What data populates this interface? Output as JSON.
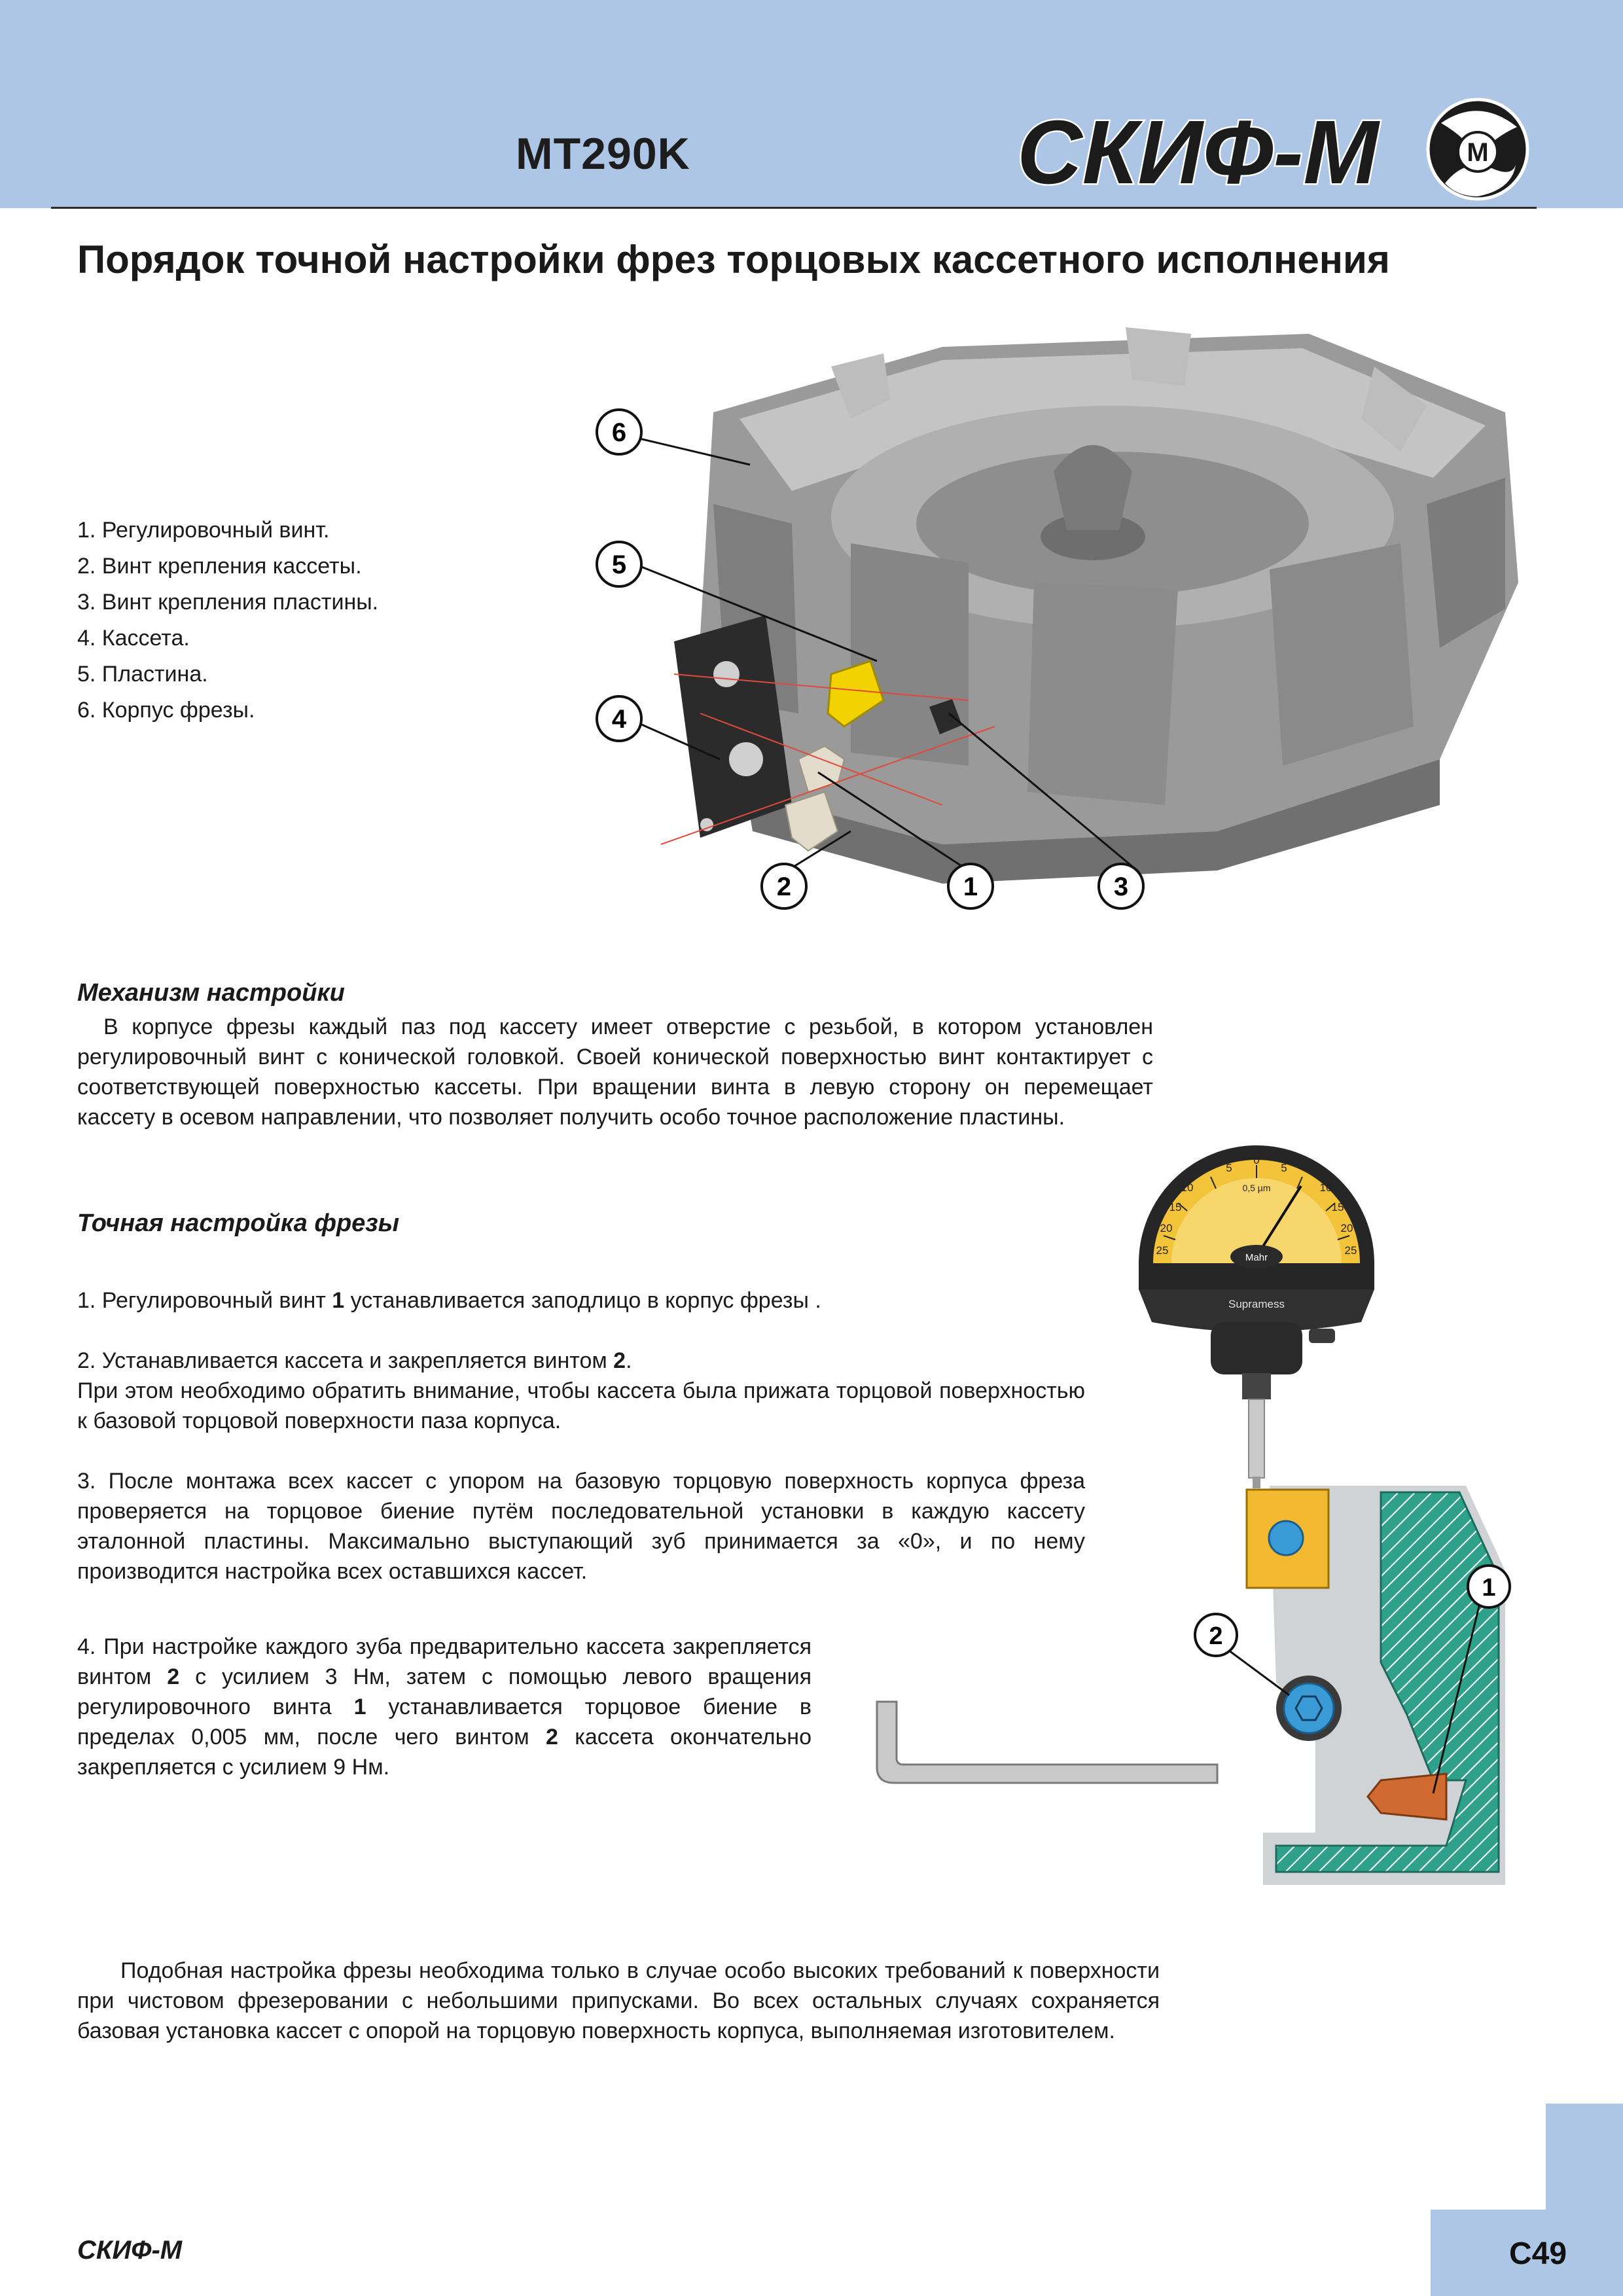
{
  "header": {
    "model": "MT290K",
    "brand": "СКИФ-М",
    "brand_badge": "М"
  },
  "title": "Порядок точной настройки фрез торцовых кассетного исполнения",
  "legend": [
    "1. Регулировочный винт.",
    "2. Винт крепления кассеты.",
    "3. Винт крепления пластины.",
    "4. Кассета.",
    "5. Пластина.",
    "6. Корпус фрезы."
  ],
  "cutter_callouts": [
    "6",
    "5",
    "4",
    "2",
    "1",
    "3"
  ],
  "mechanism": {
    "title": "Механизм настройки",
    "text": "В корпусе фрезы каждый паз под кассету имеет отверстие с резьбой, в котором установлен регулировочный винт с конической головкой. Своей конической поверхностью винт контактирует с соответствующей поверхностью кассеты. При вращении винта в левую сторону он перемещает кассету в осевом направлении, что позволяет получить особо точное расположение пластины."
  },
  "precise": {
    "title": "Точная настройка фрезы",
    "step1": {
      "a": "1. Регулировочный винт ",
      "b": "1",
      "c": " устанавливается заподлицо в корпус фрезы ."
    },
    "step2": {
      "a": "2. Устанавливается кассета и закрепляется винтом ",
      "b": "2",
      "c": ".",
      "d": "При этом необходимо обратить внимание, чтобы кассета была прижата торцовой поверхностью к базовой торцовой поверхности паза корпуса."
    },
    "step3": "3. После монтажа всех кассет с упором на базовую торцовую поверхность корпуса фреза проверяется на торцовое биение путём последовательной установки в каждую кассету эталонной пластины. Максимально выступающий зуб принимается за «0», и по нему производится настройка всех оставшихся кассет.",
    "step4": {
      "a": "4. При настройке каждого зуба предварительно кассета закрепляется винтом ",
      "b": "2",
      "c": " с усилием 3 Нм, затем с помощью левого вращения регулировочного винта ",
      "d": "1",
      "e": " устанавливается торцовое биение в пределах 0,005 мм, после чего винтом ",
      "f": "2",
      "g": " кассета окончательно закрепляется с усилием  9 Нм."
    }
  },
  "gauge": {
    "scale_top": [
      "5",
      "0",
      "5"
    ],
    "scale_left": [
      "10",
      "15",
      "20",
      "25"
    ],
    "scale_right": [
      "10",
      "15",
      "20",
      "25"
    ],
    "resolution": "0,5 µm",
    "brand": "Mahr",
    "model": "Supramess"
  },
  "section_callouts": [
    "1",
    "2"
  ],
  "conclusion": "Подобная настройка фрезы необходима только в случае особо высоких требований к поверхности при чистовом фрезеровании с небольшими припусками. Во всех остальных случаях сохраняется базовая установка кассет с опорой на торцовую поверхность корпуса, выполняемая изготовителем.",
  "footer": {
    "brand": "СКИФ-М",
    "page": "C49"
  }
}
